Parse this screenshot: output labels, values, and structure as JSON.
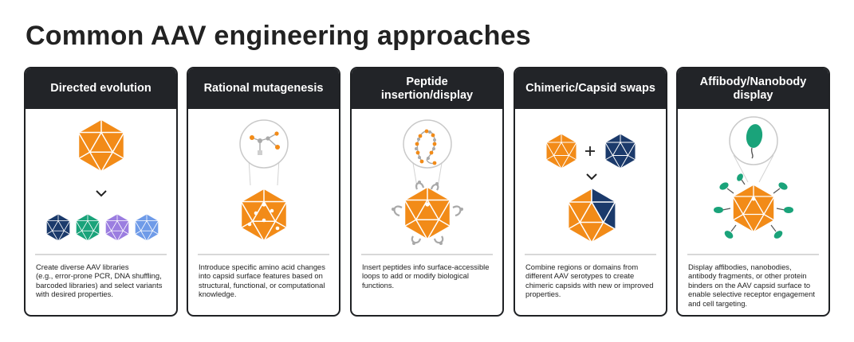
{
  "title": "Common AAV engineering approaches",
  "colors": {
    "header": "#222428",
    "orange": "#f28b18",
    "navy": "#1b3a6b",
    "green": "#1aa37a",
    "purple": "#9b7de0",
    "blue": "#6f9be8",
    "grey": "#8f8f8f",
    "leaf_green": "#1aa37a"
  },
  "cards": [
    {
      "title": "Directed evolution",
      "description": "Create diverse AAV libraries\n(e.g., error-prone PCR, DNA shuffling,\nbarcoded libraries) and select variants\nwith desired properties.",
      "icons": [
        "orange-capsid-icon",
        "chevron-down-icon",
        "navy-capsid-icon",
        "green-capsid-icon",
        "purple-capsid-icon",
        "blue-capsid-icon"
      ]
    },
    {
      "title": "Rational mutagenesis",
      "description": "Introduce specific amino acid changes\ninto capsid surface features based on\nstructural, functional, or computational\nknowledge.",
      "icons": [
        "molecule-zoom-icon",
        "mutated-capsid-icon"
      ]
    },
    {
      "title": "Peptide insertion/display",
      "description": "Insert peptides info surface-accessible\nloops to add or modify biological\nfunctions.",
      "icons": [
        "peptide-loop-zoom-icon",
        "peptide-capsid-icon"
      ]
    },
    {
      "title": "Chimeric/Capsid swaps",
      "description": "Combine regions or domains from\ndifferent AAV serotypes to create\nchimeric capsids with new or improved\nproperties.",
      "icons": [
        "orange-capsid-icon",
        "plus-icon",
        "navy-capsid-icon",
        "chevron-down-icon",
        "chimeric-capsid-icon"
      ]
    },
    {
      "title": "Affibody/Nanobody\ndisplay",
      "description": "Display affibodies, nanobodies,\nantibody fragments, or other protein\nbinders on the AAV capsid surface to\nenable selective receptor engagement\nand cell targeting.",
      "icons": [
        "nanobody-zoom-icon",
        "nanobody-capsid-icon"
      ]
    }
  ]
}
